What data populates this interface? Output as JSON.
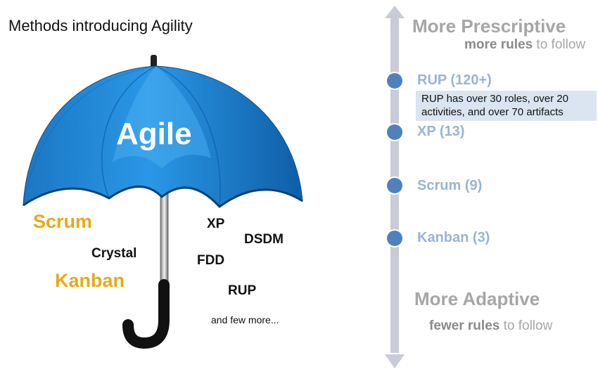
{
  "title": "Methods introducing Agility",
  "umbrella": {
    "label": "Agile",
    "methods": {
      "scrum": "Scrum",
      "kanban": "Kanban",
      "crystal": "Crystal",
      "xp": "XP",
      "dsdm": "DSDM",
      "fdd": "FDD",
      "rup": "RUP",
      "more": "and few more..."
    }
  },
  "scale": {
    "top": {
      "heading": "More Prescriptive",
      "sub_bold": "more rules",
      "sub_rest": " to follow"
    },
    "bottom": {
      "heading": "More Adaptive",
      "sub_bold": "fewer rules",
      "sub_rest": " to follow"
    },
    "points": [
      {
        "label": "RUP (120+)",
        "note": "RUP has over 30 roles, over 20 activities, and over 70 artifacts"
      },
      {
        "label": "XP (13)"
      },
      {
        "label": "Scrum (9)"
      },
      {
        "label": "Kanban (3)"
      }
    ],
    "colors": {
      "axis": "#c9cbd6",
      "dot": "#4f81bd",
      "label": "#98b4d4",
      "note_bg": "#dae5f1"
    }
  }
}
